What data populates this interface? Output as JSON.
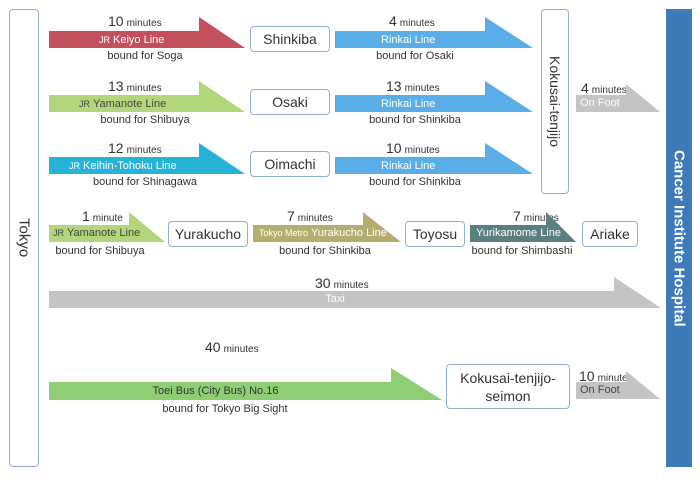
{
  "origin": "Tokyo",
  "destination": "Cancer Institute Hospital",
  "stations": {
    "shinkiba": "Shinkiba",
    "osaki": "Osaki",
    "oimachi": "Oimachi",
    "kokusai_tenjijo": "Kokusai-tenjijo",
    "yurakucho": "Yurakucho",
    "toyosu": "Toyosu",
    "ariake": "Ariake",
    "kokusai_tenjijo_seimon": "Kokusai-tenjijo-seimon"
  },
  "unit": "minutes",
  "unit_single": "minute",
  "routes": {
    "keiyo": {
      "time": "10",
      "prefix": "JR",
      "line": "Keiyo Line",
      "bound": "bound for Soga",
      "color": "#c4505e"
    },
    "yamanote_osaki": {
      "time": "13",
      "prefix": "JR",
      "line": "Yamanote Line",
      "bound": "bound for Shibuya",
      "color": "#b3d67a"
    },
    "keihin": {
      "time": "12",
      "prefix": "JR",
      "line": "Keihin-Tohoku Line",
      "bound": "bound for Shinagawa",
      "color": "#27b2d8"
    },
    "rinkai_osaki": {
      "time": "4",
      "line": "Rinkai Line",
      "bound": "bound for Osaki",
      "color": "#5aaee8"
    },
    "rinkai_shinkiba1": {
      "time": "13",
      "line": "Rinkai Line",
      "bound": "bound for Shinkiba",
      "color": "#5aaee8"
    },
    "rinkai_shinkiba2": {
      "time": "10",
      "line": "Rinkai Line",
      "bound": "bound for Shinkiba",
      "color": "#5aaee8"
    },
    "foot1": {
      "time": "4",
      "label": "On Foot",
      "color": "#c4c4c4"
    },
    "yamanote_yurakucho": {
      "time": "1",
      "prefix": "JR",
      "line": "Yamanote Line",
      "bound": "bound for Shibuya",
      "color": "#b3d67a"
    },
    "yurakucho_line": {
      "time": "7",
      "prefix": "Tokyo Metro",
      "line": "Yurakucho Line",
      "bound": "bound for Shinkiba",
      "color": "#b4ad6e"
    },
    "yurikamome": {
      "time": "7",
      "line": "Yurikamome Line",
      "bound": "bound for Shimbashi",
      "color": "#5a7f80"
    },
    "taxi": {
      "time": "30",
      "label": "Taxi",
      "color": "#c4c4c4"
    },
    "bus": {
      "time": "40",
      "line": "Toei Bus (City Bus) No.16",
      "bound": "bound for Tokyo Big Sight",
      "color": "#8dcf72"
    },
    "foot2": {
      "time": "10",
      "label": "On Foot",
      "color": "#c4c4c4"
    }
  }
}
